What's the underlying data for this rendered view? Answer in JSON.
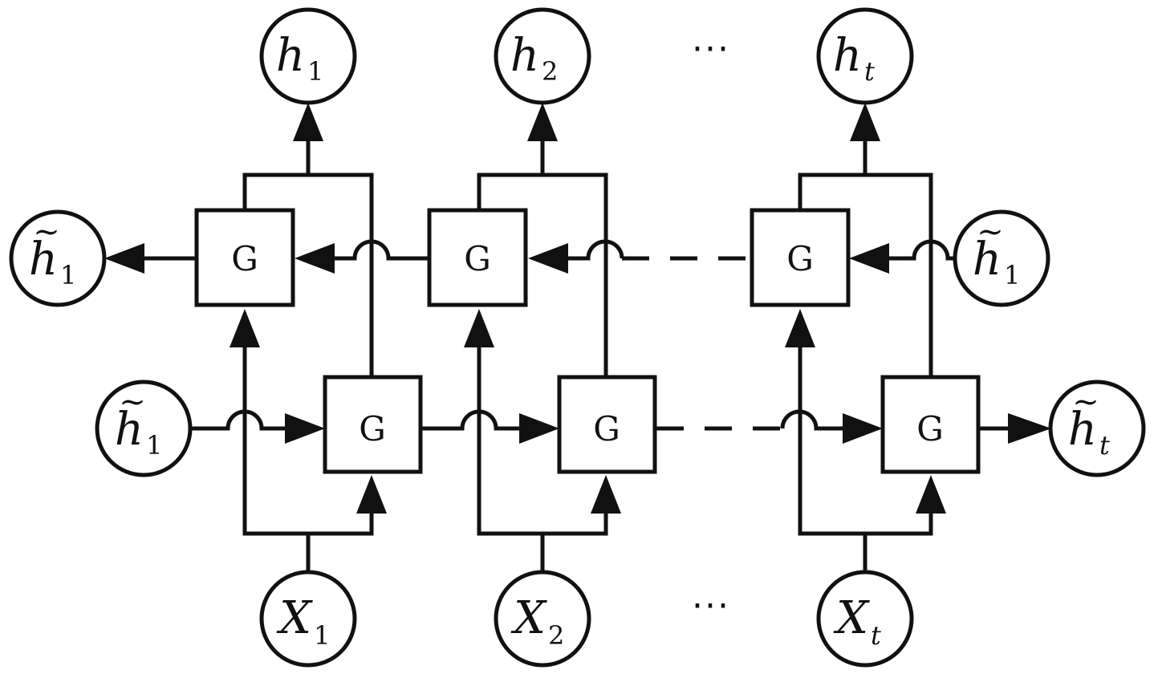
{
  "gate_label": "G",
  "ellipsis": "···",
  "outputs": [
    {
      "var": "h",
      "sub": "1"
    },
    {
      "var": "h",
      "sub": "2"
    },
    {
      "var": "h",
      "sub": "t"
    }
  ],
  "inputs": [
    {
      "var": "X",
      "sub": "1"
    },
    {
      "var": "X",
      "sub": "2"
    },
    {
      "var": "X",
      "sub": "t"
    }
  ],
  "backward_states": {
    "left": {
      "var": "h",
      "tilde": "~",
      "sub": "1"
    },
    "right": {
      "var": "h",
      "tilde": "~",
      "sub": "1"
    }
  },
  "forward_states": {
    "left": {
      "var": "h",
      "tilde": "~",
      "sub": "1"
    },
    "right": {
      "var": "h",
      "tilde": "~",
      "sub": "t"
    }
  },
  "colors": {
    "stroke": "#111111",
    "background": "#ffffff"
  }
}
